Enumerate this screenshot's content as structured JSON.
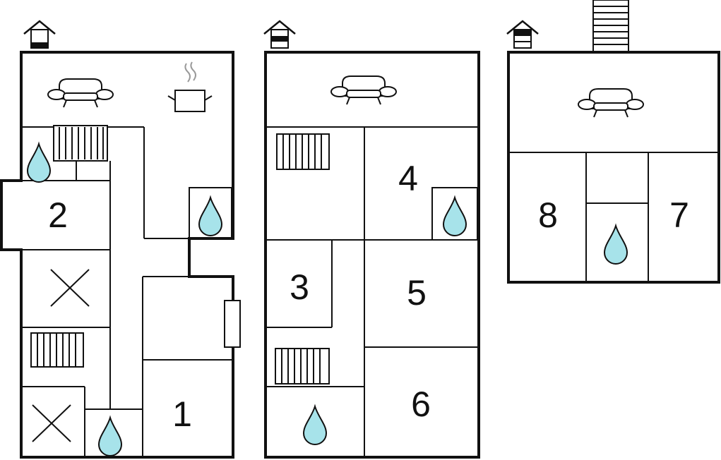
{
  "floor_plans": [
    {
      "level": "ground",
      "rooms": [
        {
          "number": "1"
        },
        {
          "number": "2"
        }
      ]
    },
    {
      "level": "first",
      "rooms": [
        {
          "number": "3"
        },
        {
          "number": "4"
        },
        {
          "number": "5"
        },
        {
          "number": "6"
        }
      ]
    },
    {
      "level": "attic",
      "rooms": [
        {
          "number": "7"
        },
        {
          "number": "8"
        }
      ]
    }
  ],
  "colors": {
    "water": "#a7e3ea",
    "wall": "#111111",
    "background": "#ffffff"
  },
  "icons": [
    "house-level-icon",
    "sofa-icon",
    "cooking-pot-icon",
    "water-drop-icon",
    "stairs-icon",
    "void-cross-icon",
    "window-icon",
    "ladder-icon"
  ]
}
